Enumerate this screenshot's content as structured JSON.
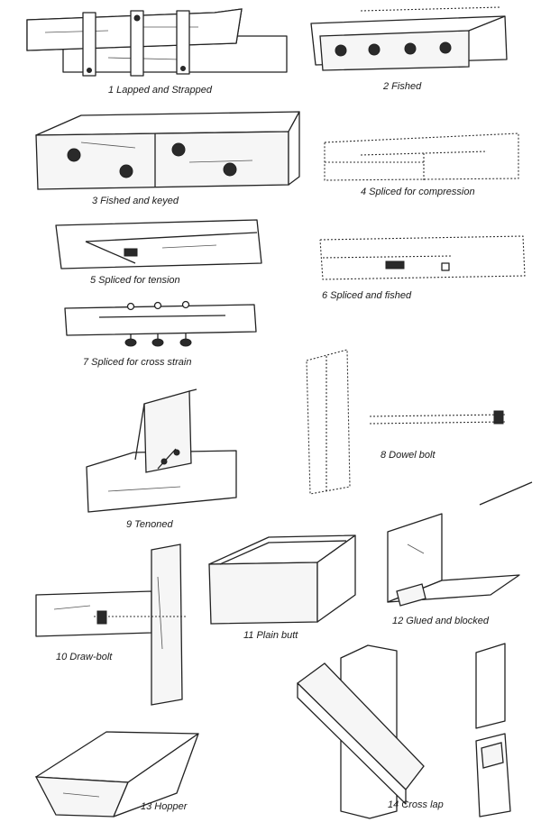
{
  "plate": {
    "figures": [
      {
        "caption": "1  Lapped  and  Strapped"
      },
      {
        "caption": "2  Fished"
      },
      {
        "caption": "3  Fished  and  keyed"
      },
      {
        "caption": "4  Spliced  for  compression"
      },
      {
        "caption": "5  Spliced  for  tension"
      },
      {
        "caption": "6  Spliced  and  fished"
      },
      {
        "caption": "7  Spliced  for  cross  strain"
      },
      {
        "caption": "8  Dowel  bolt"
      },
      {
        "caption": "9  Tenoned"
      },
      {
        "caption": "10  Draw-bolt"
      },
      {
        "caption": "11  Plain  butt"
      },
      {
        "caption": "12  Glued  and  blocked"
      },
      {
        "caption": "13  Hopper"
      },
      {
        "caption": "14  Cross  lap"
      }
    ]
  }
}
